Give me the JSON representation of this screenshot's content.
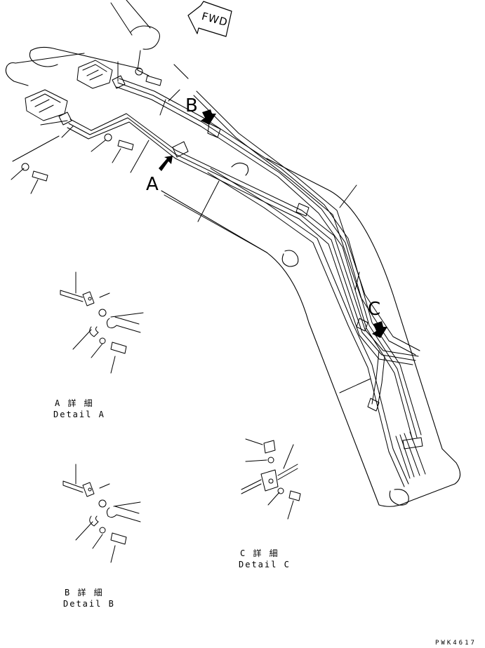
{
  "direction_marker": {
    "text": "FWD"
  },
  "callouts": {
    "a": "A",
    "b": "B",
    "c": "C"
  },
  "details": {
    "a": {
      "jp": "A 詳 細",
      "en": "Detail A"
    },
    "b": {
      "jp": "B 詳 細",
      "en": "Detail B"
    },
    "c": {
      "jp": "C 詳 細",
      "en": "Detail C"
    }
  },
  "drawing_code": "PWK4617",
  "colors": {
    "line": "#000000",
    "background": "#ffffff"
  }
}
